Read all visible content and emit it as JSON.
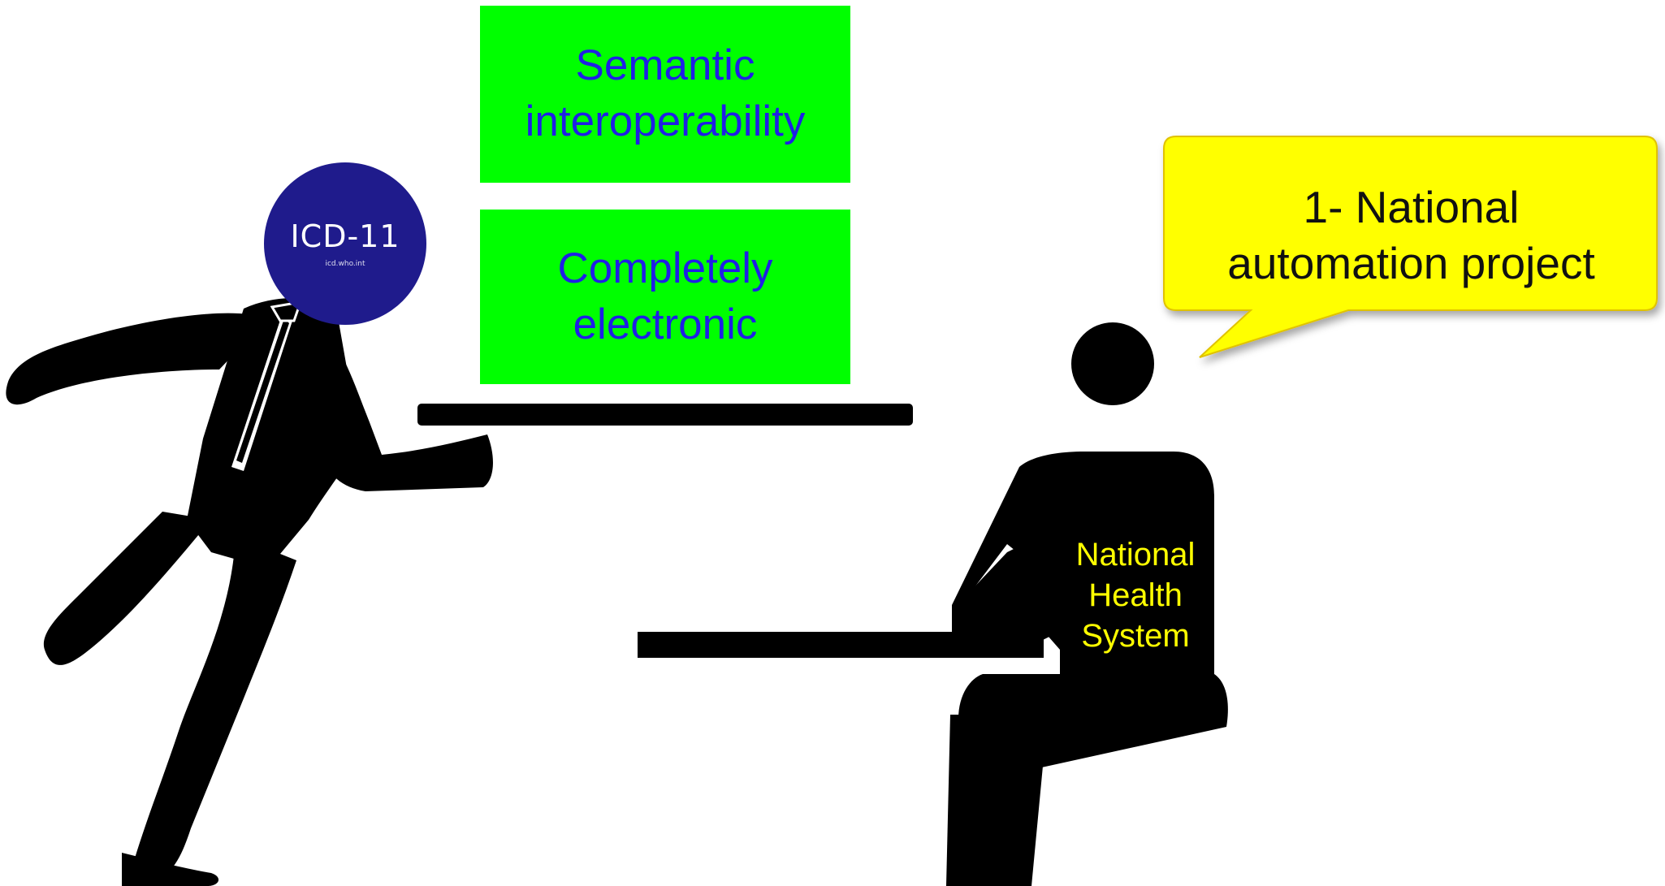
{
  "offer": {
    "box1_lines": [
      "Semantic",
      "interoperability"
    ],
    "box2_lines": [
      "Completely",
      "electronic"
    ]
  },
  "logo": {
    "title": "ICD-11",
    "url": "icd.who.int"
  },
  "speech_bubble": {
    "lines": [
      "1- National",
      "automation project"
    ]
  },
  "recipient": {
    "lines": [
      "National",
      "Health",
      "System"
    ]
  },
  "colors": {
    "box_fill": "#00ff00",
    "box_text": "#1f1fe6",
    "bubble_fill": "#ffff00",
    "bubble_border": "#e0c200",
    "logo_fill": "#1f1b8c",
    "figure": "#000000",
    "recipient_text": "#ffff00"
  }
}
